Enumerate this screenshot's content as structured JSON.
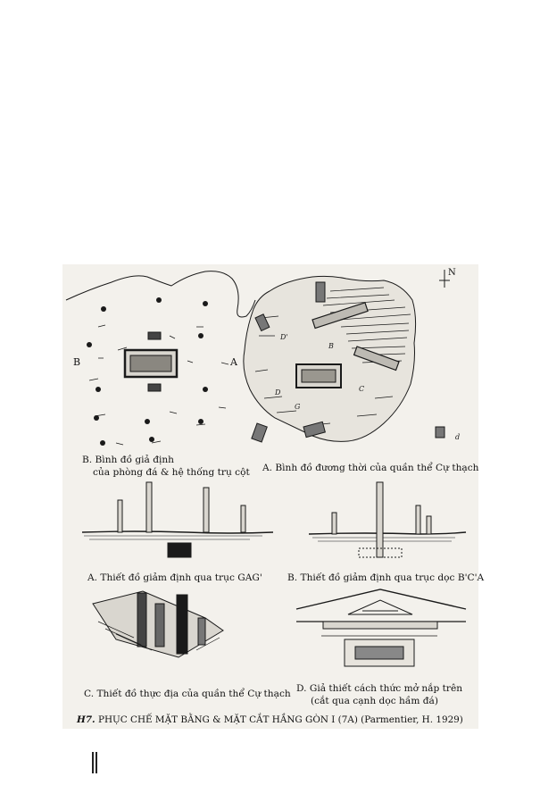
{
  "figure": {
    "panel_b_letter": "B",
    "panel_a_letter": "A",
    "compass": "N",
    "map_b_caption_line1": "B. Bình đồ giả định",
    "map_b_caption_line2": "của phòng đá & hệ thống trụ cột",
    "map_a_caption": "A. Bình đồ đương thời  của quần thể Cự thạch",
    "section_a_caption": "A. Thiết đồ giảm định qua trục GAG'",
    "section_b_caption": "B. Thiết đồ giảm định qua trục dọc B'C'A",
    "perspective_c_caption": "C. Thiết đồ thực địa của quần thể Cự thạch",
    "section_d_caption_line1": "D. Giả thiết cách thức mở nắp trên",
    "section_d_caption_line2": "(cắt qua cạnh dọc hầm đá)"
  },
  "caption": {
    "fig_no": "H7.",
    "text": " PHỤC CHẾ MẶT BẰNG & MẶT CẮT  HẦNG GÒN I (7A) (Parmentier, H. 1929)"
  }
}
